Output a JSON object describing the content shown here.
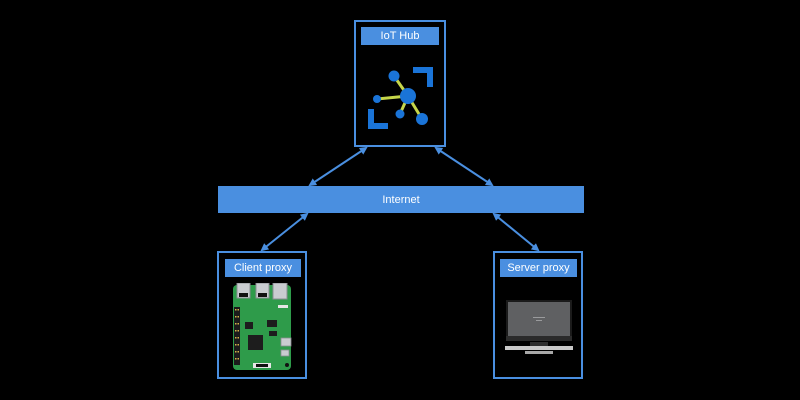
{
  "nodes": {
    "iot_hub": {
      "label": "IoT Hub",
      "icon": "iot-hub-icon"
    },
    "internet": {
      "label": "Internet"
    },
    "client_proxy": {
      "label": "Client proxy",
      "icon": "raspberry-pi-board-icon"
    },
    "server_proxy": {
      "label": "Server proxy",
      "icon": "desktop-computer-icon"
    }
  },
  "connections": [
    {
      "from": "IoT Hub",
      "to": "Internet",
      "bidirectional": true
    },
    {
      "from": "IoT Hub",
      "to": "Internet",
      "bidirectional": true
    },
    {
      "from": "Client proxy",
      "to": "Internet",
      "bidirectional": true
    },
    {
      "from": "Server proxy",
      "to": "Internet",
      "bidirectional": true
    }
  ],
  "colors": {
    "background": "#000000",
    "accent": "#4a8fe0",
    "label_text": "#ffffff",
    "hub_node": "#1a74d8",
    "hub_link": "#c6d64a",
    "board_green": "#2e9b4a"
  }
}
